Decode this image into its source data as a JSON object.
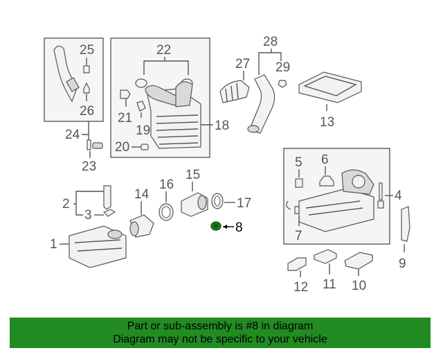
{
  "diagram": {
    "callouts": {
      "c1": "1",
      "c2": "2",
      "c3": "3",
      "c4": "4",
      "c5": "5",
      "c6": "6",
      "c7": "7",
      "c8": "8",
      "c9": "9",
      "c10": "10",
      "c11": "11",
      "c12": "12",
      "c13": "13",
      "c14": "14",
      "c15": "15",
      "c16": "16",
      "c17": "17",
      "c18": "18",
      "c19": "19",
      "c20": "20",
      "c21": "21",
      "c22": "22",
      "c23": "23",
      "c24": "24",
      "c25": "25",
      "c26": "26",
      "c27": "27",
      "c28": "28",
      "c29": "29"
    },
    "highlight_color": "#1a7a1a"
  },
  "footer": {
    "line1": "Part or sub-assembly is #8 in diagram",
    "line2": "Diagram may not be specific to your vehicle",
    "background_color": "#228b22"
  }
}
